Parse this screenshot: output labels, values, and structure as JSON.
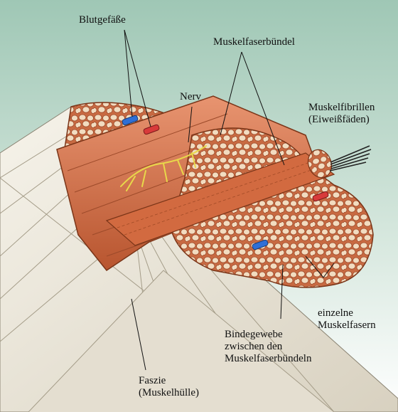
{
  "diagram": {
    "labels": {
      "blutgefaesse": "Blutgefäße",
      "muskelfaserbuendel": "Muskelfaserbündel",
      "nerv": "Nerv",
      "muskelfibrillen_1": "Muskelfibrillen",
      "muskelfibrillen_2": "(Eiweißfäden)",
      "einzelne_1": "einzelne",
      "einzelne_2": "Muskelfasern",
      "bindegewebe_1": "Bindegewebe",
      "bindegewebe_2": "zwischen den",
      "bindegewebe_3": "Muskelfaserbündeln",
      "faszie_1": "Faszie",
      "faszie_2": "(Muskelhülle)"
    },
    "colors": {
      "background_top": "#9fc7b5",
      "background_bottom": "#ffffff",
      "fascia": "#f1ede2",
      "fascia_shade": "#d9d3c2",
      "muscle": "#d8764e",
      "muscle_dark": "#b8552f",
      "muscle_light": "#e89470",
      "fiber_fill": "#f2dcc0",
      "fiber_outline": "#9c4a2a",
      "nerve": "#e8d84a",
      "vessel_blue": "#2f6fd6",
      "vessel_red": "#d83a3a",
      "fibril": "#222222"
    }
  }
}
